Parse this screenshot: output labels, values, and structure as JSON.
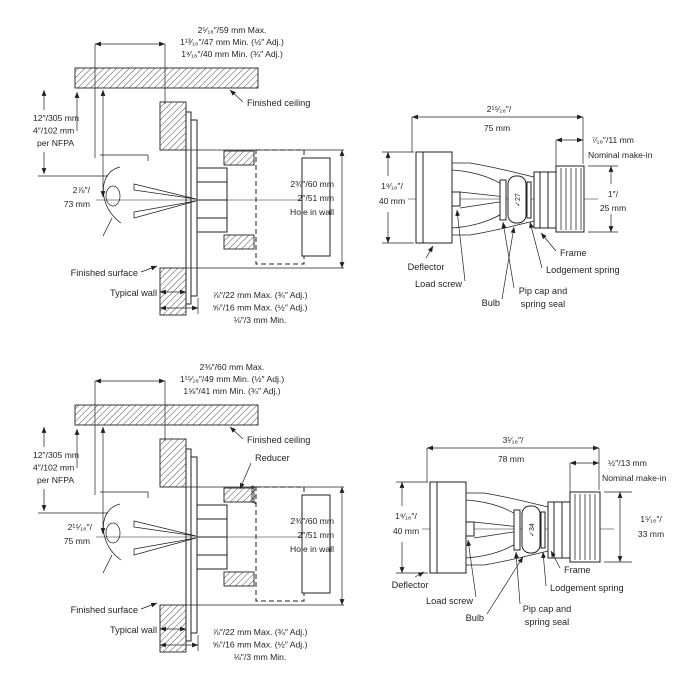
{
  "colors": {
    "line": "#231f20",
    "background": "#ffffff"
  },
  "diagrams": {
    "top_left": {
      "top_dims": [
        "2⁵⁄₁₆″/59 mm Max.",
        "1¹³⁄₁₆″/47 mm Min. (½″ Adj.)",
        "1⁹⁄₁₆″/40 mm Min. (¾″ Adj.)"
      ],
      "nfpa": [
        "12″/305 mm",
        "4″/102 mm",
        "per NFPA"
      ],
      "ceiling_offset": [
        "2⅞″/",
        "73 mm"
      ],
      "finished_ceiling": "Finished ceiling",
      "hole": [
        "2⅜″/60 mm",
        "2″/51 mm",
        "Hole in wall"
      ],
      "finished_surface": "Finished surface",
      "typical_wall": "Typical wall",
      "adjustment": [
        "⅞″/22 mm Max. (¾″ Adj.)",
        "⅝″/16 mm Max. (½″ Adj.)",
        "⅛″/3 mm Min."
      ]
    },
    "top_right": {
      "overall_width": [
        "2¹⁵⁄₁₆″/",
        "75 mm"
      ],
      "make_in": [
        "⁷⁄₁₆″/11 mm",
        "Nominal make-in"
      ],
      "deflector_height": [
        "1⁹⁄₁₆″/",
        "40 mm"
      ],
      "thread_height": [
        "1″/",
        "25 mm"
      ],
      "bulb_mark": "✓27",
      "labels": {
        "deflector": "Deflector",
        "load_screw": "Load screw",
        "bulb": "Bulb",
        "pip_cap_1": "Pip cap and",
        "pip_cap_2": "spring seal",
        "lodgement_spring": "Lodgement spring",
        "frame": "Frame"
      }
    },
    "bottom_left": {
      "top_dims": [
        "2⅜″/60 mm Max.",
        "1¹⁵⁄₁₆″/49 mm Min. (½″ Adj.)",
        "1⅝″/41 mm Min. (¾″ Adj.)"
      ],
      "nfpa": [
        "12″/305 mm",
        "4″/102 mm",
        "per NFPA"
      ],
      "ceiling_offset": [
        "2¹⁵⁄₁₆″/",
        "75 mm"
      ],
      "finished_ceiling": "Finished ceiling",
      "reducer": "Reducer",
      "hole": [
        "2⅜″/60 mm",
        "2″/51 mm",
        "Hole in wall"
      ],
      "finished_surface": "Finished surface",
      "typical_wall": "Typical wall",
      "adjustment": [
        "⅞″/22 mm Max. (¾″ Adj.)",
        "⅝″/16 mm Max. (½″ Adj.)",
        "⅛″/3 mm Min."
      ]
    },
    "bottom_right": {
      "overall_width": [
        "3¹⁄₁₆″/",
        "78 mm"
      ],
      "make_in": [
        "½″/13 mm",
        "Nominal make-in"
      ],
      "deflector_height": [
        "1⁹⁄₁₆″/",
        "40 mm"
      ],
      "thread_height": [
        "1⁵⁄₁₆″/",
        "33 mm"
      ],
      "bulb_mark": "✓34",
      "labels": {
        "deflector": "Deflector",
        "load_screw": "Load screw",
        "bulb": "Bulb",
        "pip_cap_1": "Pip cap and",
        "pip_cap_2": "spring seal",
        "lodgement_spring": "Lodgement spring",
        "frame": "Frame"
      }
    }
  }
}
